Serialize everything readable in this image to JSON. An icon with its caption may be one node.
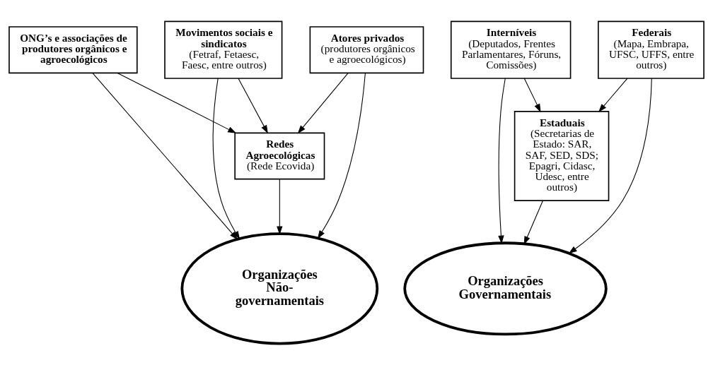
{
  "diagram": {
    "nodes": [
      {
        "text": [
          "ONG’s e associações de produtores orgânicos e agroecológicos"
        ]
      },
      {
        "text": [
          "Federais",
          "(Mapa, Embrapa, UFSC, UFFS, entre outros)"
        ]
      },
      {
        "text": [
          "Redes Agroecológicas",
          "(Rede Ecovida)"
        ]
      },
      {
        "text": [
          "Organizações Não-governamentais"
        ]
      },
      {
        "text": [
          "Organizações Governamentais"
        ]
      },
      {
        "text": [
          "Estaduais",
          "(Secretarias de Estado: SAR, SAF, SED, SDS; Epagri, Cidasc, Udesc, entre outros)"
        ]
      },
      {
        "text": [
          "Movimentos sociais e sindicatos",
          "(Fetraf, Fetaesc, Faesc, entre outros)"
        ]
      },
      {
        "text": [
          "Atores privados",
          "(produtores orgânicos e agroecológicos)"
        ]
      },
      {
        "text": [
          "Interníveis",
          "(Deputados, Frentes Parlamentares, Fóruns, Comissões)"
        ]
      }
    ],
    "edges": [
      {
        "from": 0,
        "to": 2,
        "arrow": "to"
      },
      {
        "from": 0,
        "to": 3,
        "arrow": "to"
      },
      {
        "from": 2,
        "to": 3,
        "arrow": "to"
      },
      {
        "from": 1,
        "to": 4,
        "arrow": "to"
      },
      {
        "from": 1,
        "to": 5,
        "arrow": "to"
      },
      {
        "from": 5,
        "to": 4,
        "arrow": "to"
      },
      {
        "from": 6,
        "to": 2,
        "arrow": "to"
      },
      {
        "from": 6,
        "to": 3,
        "arrow": "to"
      },
      {
        "from": 7,
        "to": 2,
        "arrow": "to"
      },
      {
        "from": 7,
        "to": 3,
        "arrow": "to"
      },
      {
        "from": 8,
        "to": 4,
        "arrow": "to"
      },
      {
        "from": 8,
        "to": 5,
        "arrow": "to"
      }
    ]
  }
}
